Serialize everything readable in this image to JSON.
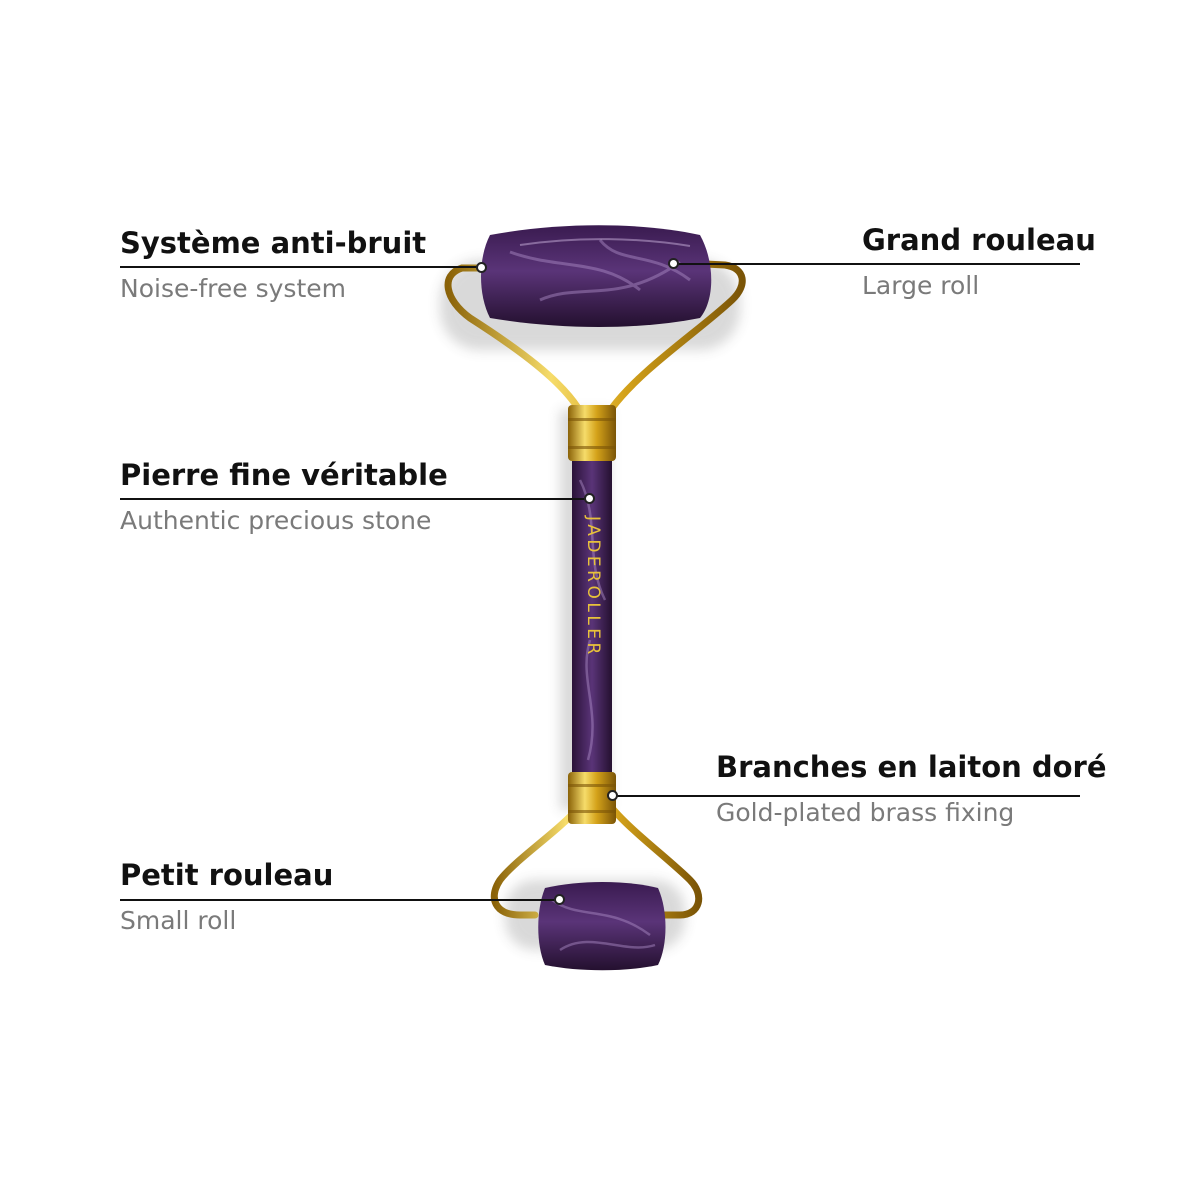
{
  "colors": {
    "stone_dark": "#2a1238",
    "stone_mid": "#4b2766",
    "stone_light": "#8d6aa6",
    "gold": "#d4a21a",
    "gold_light": "#f6dc6a",
    "label_title": "#111111",
    "label_sub": "#7a7a7a"
  },
  "product": {
    "engraving": "JADEROLLER"
  },
  "callouts": {
    "noise_free": {
      "title": "Système anti-bruit",
      "subtitle": "Noise-free system"
    },
    "large_roll": {
      "title": "Grand rouleau",
      "subtitle": "Large roll"
    },
    "precious_stone": {
      "title": "Pierre fine véritable",
      "subtitle": "Authentic precious stone"
    },
    "brass_fixing": {
      "title": "Branches en laiton doré",
      "subtitle": "Gold-plated brass fixing"
    },
    "small_roll": {
      "title": "Petit rouleau",
      "subtitle": "Small roll"
    }
  }
}
